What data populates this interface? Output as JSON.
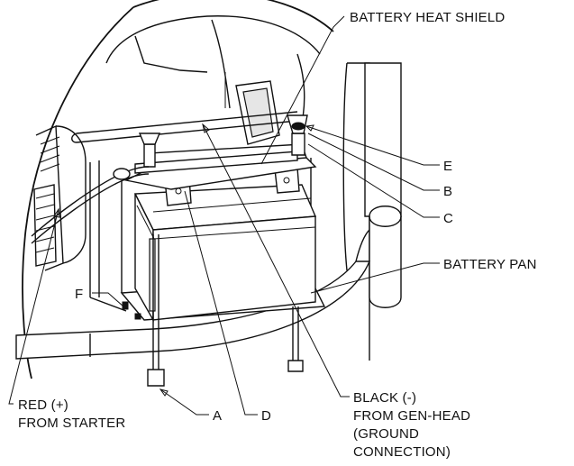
{
  "labels": {
    "heat_shield": "BATTERY HEAT SHIELD",
    "e": "E",
    "b": "B",
    "c": "C",
    "pan": "BATTERY PAN",
    "f": "F",
    "red_1": "RED (+)",
    "red_2": "FROM STARTER",
    "a": "A",
    "d": "D",
    "black_1": "BLACK (-)",
    "black_2": "FROM GEN-HEAD",
    "black_3": "(GROUND",
    "black_4": "CONNECTION)"
  },
  "colors": {
    "ink": "#111111",
    "background": "#ffffff"
  }
}
